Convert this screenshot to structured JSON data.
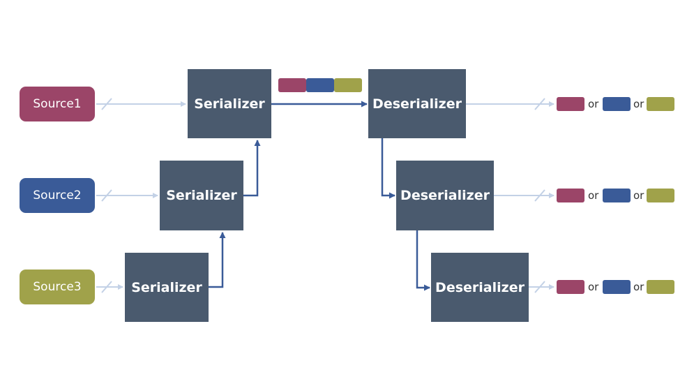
{
  "colors": {
    "source1": "#9b4568",
    "source2": "#3a5b98",
    "source3": "#a0a24a",
    "box": "#4a5a6e",
    "thin_arrow": "#c3d1e6",
    "thick_arrow": "#3a5b98"
  },
  "sources": [
    {
      "label": "Source1"
    },
    {
      "label": "Source2"
    },
    {
      "label": "Source3"
    }
  ],
  "serializers": [
    {
      "label": "Serializer"
    },
    {
      "label": "Serializer"
    },
    {
      "label": "Serializer"
    }
  ],
  "deserializers": [
    {
      "label": "Deserializer"
    },
    {
      "label": "Deserializer"
    },
    {
      "label": "Deserializer"
    }
  ],
  "outputs": [
    {
      "or1": "or",
      "or2": "or"
    },
    {
      "or1": "or",
      "or2": "or"
    },
    {
      "or1": "or",
      "or2": "or"
    }
  ]
}
